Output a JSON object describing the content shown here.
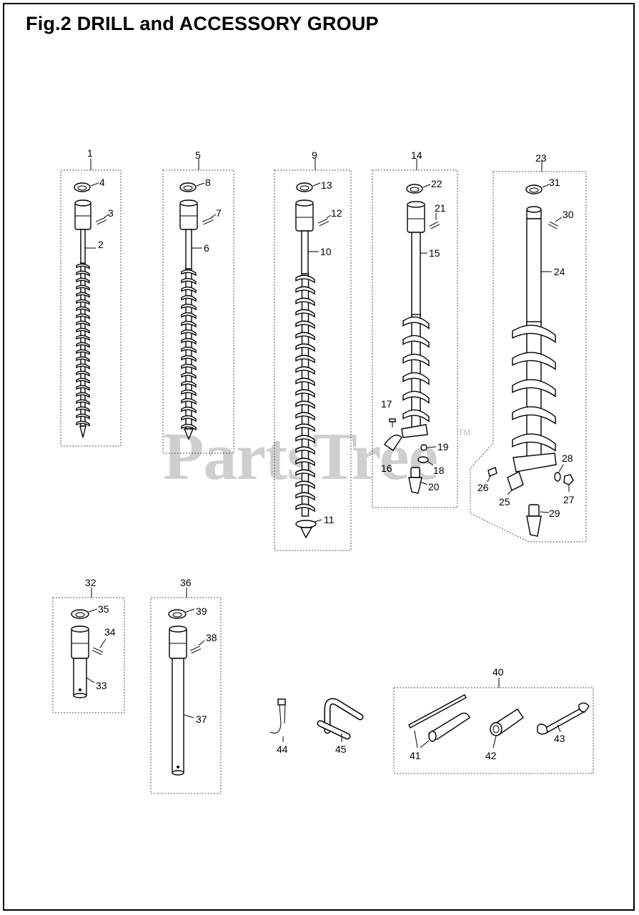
{
  "title": "Fig.2  DRILL and ACCESSORY GROUP",
  "watermark": "PartsTree",
  "trademark": "TM",
  "callouts": {
    "c1": "1",
    "c2": "2",
    "c3": "3",
    "c4": "4",
    "c5": "5",
    "c6": "6",
    "c7": "7",
    "c8": "8",
    "c9": "9",
    "c10": "10",
    "c11": "11",
    "c12": "12",
    "c13": "13",
    "c14": "14",
    "c15": "15",
    "c16": "16",
    "c17": "17",
    "c18": "18",
    "c19": "19",
    "c20": "20",
    "c21": "21",
    "c22": "22",
    "c23": "23",
    "c24": "24",
    "c25": "25",
    "c26": "26",
    "c27": "27",
    "c28": "28",
    "c29": "29",
    "c30": "30",
    "c31": "31",
    "c32": "32",
    "c33": "33",
    "c34": "34",
    "c35": "35",
    "c36": "36",
    "c37": "37",
    "c38": "38",
    "c39": "39",
    "c40": "40",
    "c41": "41",
    "c42": "42",
    "c43": "43",
    "c44": "44",
    "c45": "45"
  }
}
